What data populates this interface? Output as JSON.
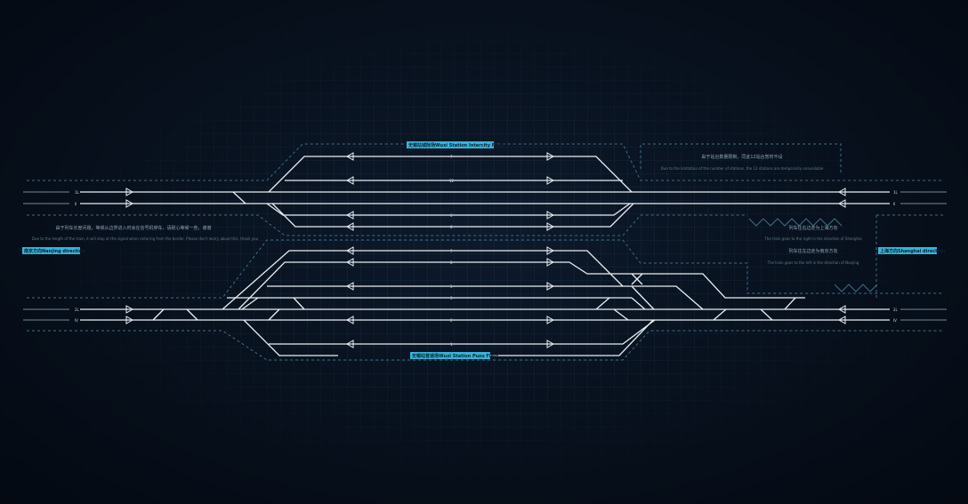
{
  "labels": {
    "up_yard": "无锡站城际场Wuxi Station Intercity Field",
    "down_yard": "无锡站普速场Wuxi Station Puzu Field",
    "nanjing_dir": "南京方向Nanjing direction",
    "shanghai_dir": "上海方向Shanghai direction"
  },
  "notes": {
    "top_right_cn": "由于站台数量限制，同此12站台暂时不设",
    "top_right_en": "Due to the limitation of the number of stations, the 12 stations are temporarily unavailable",
    "left_cn": "由于列车长度问题，等候从边界进入时会在信号机停车，请耐心等候一些，谢谢",
    "left_en": "Due to the length of the train, it will stop at the signal when entering from the border. Please don't worry about this, thank you",
    "right1_cn": "列车往右边走为上海方向",
    "right1_en": "The train goes to the right in the direction of Shanghai",
    "right2_cn": "列车往左边走为南京方向",
    "right2_en": "The train goes to the left in the direction of Nanjing"
  },
  "track_numbers": [
    "7",
    "12",
    "6",
    "8",
    "7",
    "8",
    "5",
    "3",
    "2",
    "1"
  ],
  "end_labels": {
    "left": [
      "1L",
      "II",
      "2L",
      "IV"
    ],
    "right": [
      "1L",
      "II",
      "2L",
      "IV"
    ]
  },
  "colors": {
    "track": "#e9eef2",
    "accent_label": "#35b4d8",
    "zone_border": "#3f6d86"
  }
}
